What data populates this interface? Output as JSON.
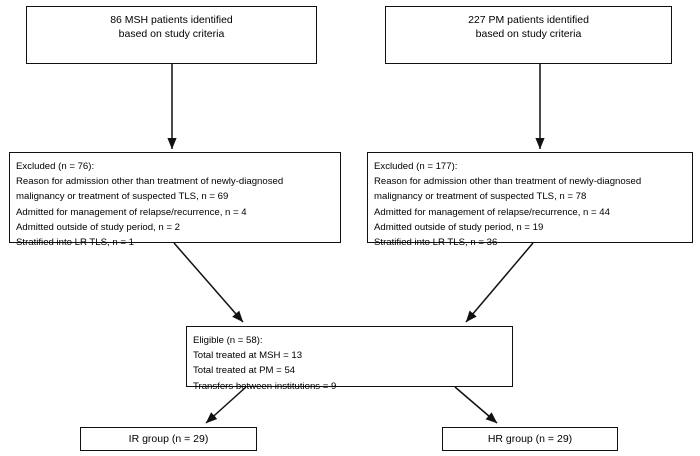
{
  "figure": {
    "type": "flowchart",
    "orientation": "top-to-bottom",
    "description": "Patient selection flow diagram for MSH and PM cohorts"
  },
  "nodes": {
    "msh_source": {
      "id": "msh-source",
      "text": "86 MSH patients identified\nbased on study criteria",
      "line1": "86 MSH patients identified",
      "line2": "based on study criteria",
      "count": 86,
      "site": "MSH"
    },
    "pm_source": {
      "id": "pm-source",
      "text": "227 PM patients identified\nbased on study criteria",
      "line1": "227 PM patients identified",
      "line2": "based on study criteria",
      "count": 227,
      "site": "PM"
    },
    "msh_excluded": {
      "id": "msh-excluded",
      "header": "Excluded (n = 76):",
      "total_excluded": 76,
      "reasons": [
        {
          "label": "Reason for admission other than treatment of newly-diagnosed malignancy or treatment of suspected TLS",
          "n": 69
        },
        {
          "label": "Admitted for management of relapse/recurrence",
          "n": 4
        },
        {
          "label": "Admitted outside of study period",
          "n": 2
        },
        {
          "label": "Stratified into LR TLS",
          "n": 1
        }
      ],
      "text": "Excluded (n = 76):\nReason for admission other than treatment of newly-diagnosed\nmalignancy or treatment of suspected TLS, n = 69\nAdmitted for management of relapse/recurrence, n = 4\nAdmitted outside of study period, n = 2\nStratified into LR TLS, n = 1"
    },
    "pm_excluded": {
      "id": "pm-excluded",
      "header": "Excluded (n = 177):",
      "total_excluded": 177,
      "reasons": [
        {
          "label": "Reason for admission other than treatment of newly-diagnosed malignancy or treatment of suspected TLS",
          "n": 78
        },
        {
          "label": "Admitted for management of relapse/recurrence",
          "n": 44
        },
        {
          "label": "Admitted outside of study period",
          "n": 19
        },
        {
          "label": "Stratified into LR TLS",
          "n": 36
        }
      ],
      "text": "Excluded (n = 177):\nReason for admission other than treatment of newly-diagnosed\nmalignancy or treatment of suspected TLS, n = 78\nAdmitted for management of relapse/recurrence, n = 44\nAdmitted outside of study period, n = 19\nStratified into LR TLS, n = 36"
    },
    "eligible": {
      "id": "eligible",
      "header": "Eligible (n = 58):",
      "total_eligible": 58,
      "details": [
        {
          "label": "Total treated at MSH",
          "n": 13
        },
        {
          "label": "Total treated at PM",
          "n": 54
        },
        {
          "label": "Transfers between institutions",
          "n": 9
        }
      ],
      "text": "Eligible (n = 58):\nTotal treated at MSH = 13\nTotal treated at PM = 54\nTransfers between institutions = 9"
    },
    "ir_group": {
      "id": "ir-group",
      "text": "IR group (n = 29)",
      "group": "IR",
      "n": 29
    },
    "hr_group": {
      "id": "hr-group",
      "text": "HR group (n = 29)",
      "group": "HR",
      "n": 29
    }
  },
  "edges": [
    {
      "from": "msh_source",
      "to": "msh_excluded",
      "style": "vertical-arrow"
    },
    {
      "from": "pm_source",
      "to": "pm_excluded",
      "style": "vertical-arrow"
    },
    {
      "from": "msh_excluded",
      "to": "eligible",
      "style": "diagonal-arrow"
    },
    {
      "from": "pm_excluded",
      "to": "eligible",
      "style": "diagonal-arrow"
    },
    {
      "from": "eligible",
      "to": "ir_group",
      "style": "diagonal-arrow"
    },
    {
      "from": "eligible",
      "to": "hr_group",
      "style": "diagonal-arrow"
    }
  ],
  "colors": {
    "background": "#ffffff",
    "border": "#111111",
    "text": "#000000",
    "connector": "#111111"
  }
}
